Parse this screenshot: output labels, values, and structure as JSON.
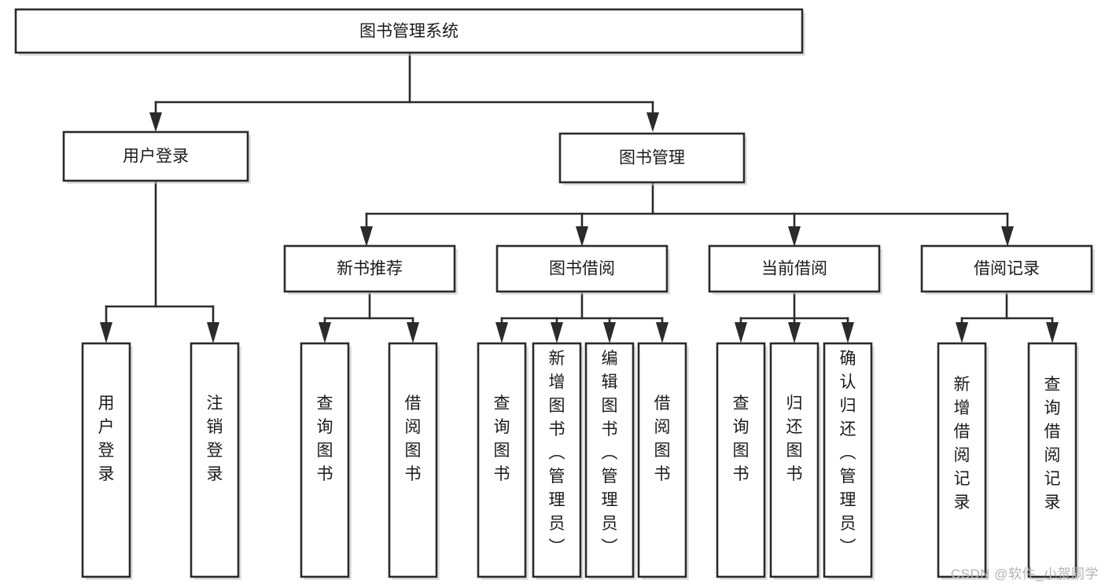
{
  "diagram": {
    "title": "图书管理系统",
    "type": "hierarchy-tree",
    "orientation": "top-down",
    "colors": {
      "stroke": "#2b2b2b",
      "fill": "#ffffff",
      "text": "#1b1b1b",
      "watermark": "#b3b3b3"
    },
    "root": {
      "id": "root",
      "label": "图书管理系统"
    },
    "level2": [
      {
        "id": "user-login",
        "label": "用户登录"
      },
      {
        "id": "book-manage",
        "label": "图书管理"
      }
    ],
    "level3": [
      {
        "id": "new-book-recommend",
        "label": "新书推荐",
        "parent": "book-manage"
      },
      {
        "id": "book-borrow",
        "label": "图书借阅",
        "parent": "book-manage"
      },
      {
        "id": "current-borrow",
        "label": "当前借阅",
        "parent": "book-manage"
      },
      {
        "id": "borrow-record",
        "label": "借阅记录",
        "parent": "book-manage"
      }
    ],
    "leaves": {
      "user-login": [
        {
          "id": "leaf-user-login",
          "label": "用户登录"
        },
        {
          "id": "leaf-user-logout",
          "label": "注销登录"
        }
      ],
      "new-book-recommend": [
        {
          "id": "leaf-query-book-1",
          "label": "查询图书"
        },
        {
          "id": "leaf-borrow-book-1",
          "label": "借阅图书"
        }
      ],
      "book-borrow": [
        {
          "id": "leaf-query-book-2",
          "label": "查询图书"
        },
        {
          "id": "leaf-add-book",
          "label": "新增图书（管理员）"
        },
        {
          "id": "leaf-edit-book",
          "label": "编辑图书（管理员）"
        },
        {
          "id": "leaf-borrow-book-2",
          "label": "借阅图书"
        }
      ],
      "current-borrow": [
        {
          "id": "leaf-query-book-3",
          "label": "查询图书"
        },
        {
          "id": "leaf-return-book",
          "label": "归还图书"
        },
        {
          "id": "leaf-confirm-return",
          "label": "确认归还（管理员）"
        }
      ],
      "borrow-record": [
        {
          "id": "leaf-add-record",
          "label": "新增借阅记录"
        },
        {
          "id": "leaf-query-record",
          "label": "查询借阅记录"
        }
      ]
    }
  },
  "watermark": {
    "text": "CSDN @软件_小贺同学"
  }
}
